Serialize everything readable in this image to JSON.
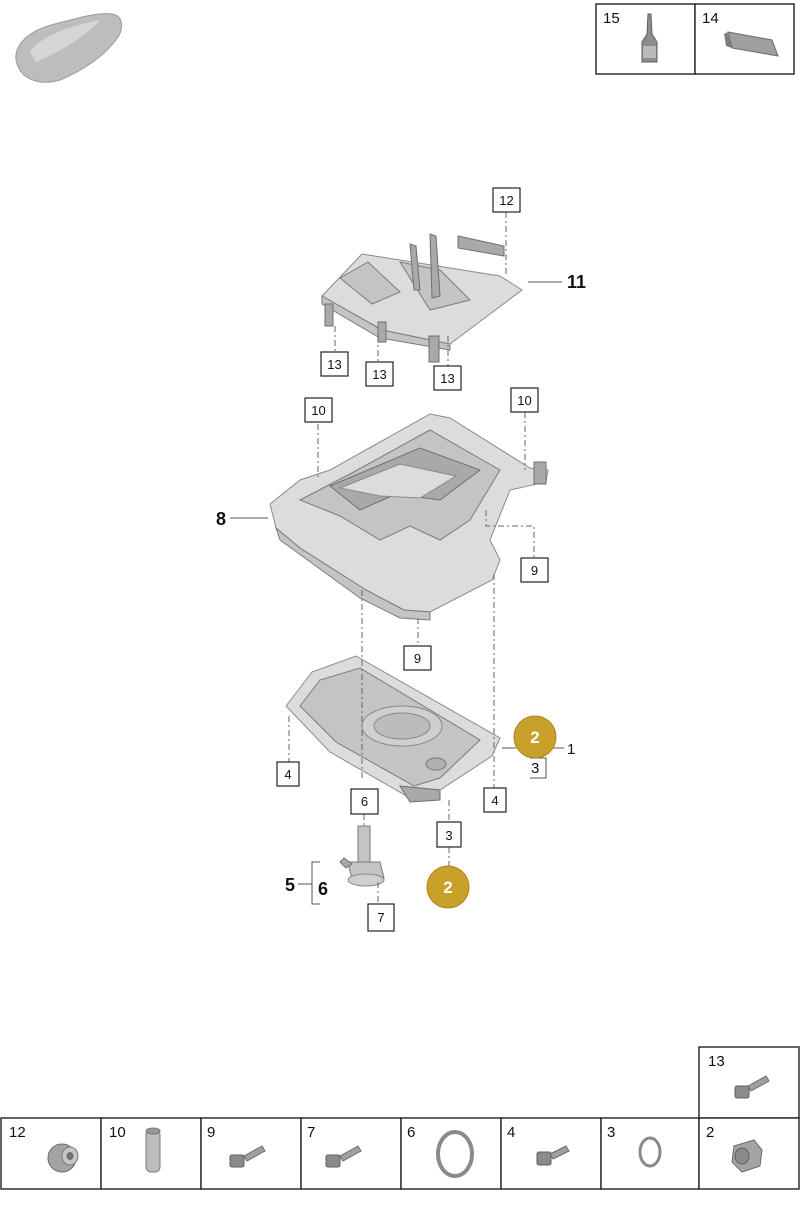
{
  "top_tiles": [
    {
      "number": "15",
      "icon": "oil-bottle-icon"
    },
    {
      "number": "14",
      "icon": "sealant-tube-icon"
    }
  ],
  "bottom_tiles": [
    {
      "number": "12",
      "icon": "sleeve-icon"
    },
    {
      "number": "10",
      "icon": "dowel-pin-icon"
    },
    {
      "number": "9",
      "icon": "bolt-icon"
    },
    {
      "number": "7",
      "icon": "bolt-icon"
    },
    {
      "number": "6",
      "icon": "o-ring-icon"
    },
    {
      "number": "4",
      "icon": "bolt-icon"
    },
    {
      "number": "3",
      "icon": "sealing-ring-icon"
    },
    {
      "number": "2",
      "icon": "drain-plug-icon"
    }
  ],
  "extra_tile": {
    "number": "13",
    "icon": "bolt-icon"
  },
  "callouts": {
    "c12": "12",
    "c11": "11",
    "c13a": "13",
    "c13b": "13",
    "c13c": "13",
    "c10a": "10",
    "c10b": "10",
    "c8": "8",
    "c9a": "9",
    "c9b": "9",
    "c2a": "2",
    "c1": "1",
    "c3a": "3",
    "c4a": "4",
    "c4b": "4",
    "c6a": "6",
    "c3b": "3",
    "c5": "5",
    "c6b": "6",
    "c7": "7",
    "c2b": "2"
  },
  "colors": {
    "badge": "#c9a02a",
    "badge_stroke": "#a9831c"
  }
}
